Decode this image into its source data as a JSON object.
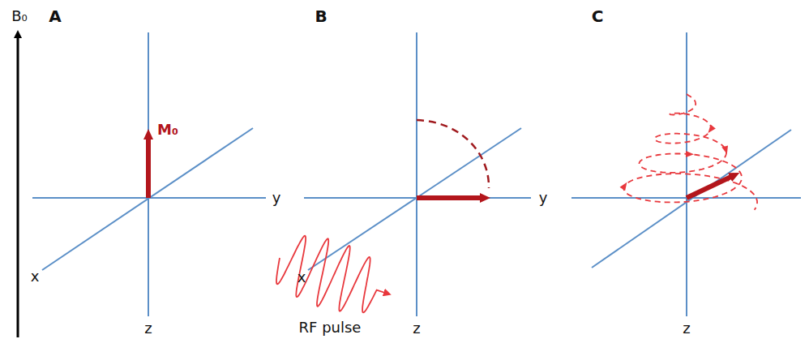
{
  "diagram": {
    "labels": [
      "B₀",
      "A",
      "M₀",
      "x",
      "y",
      "z",
      "B",
      "RF pulse",
      "x",
      "y",
      "z",
      "C",
      "z"
    ]
  }
}
